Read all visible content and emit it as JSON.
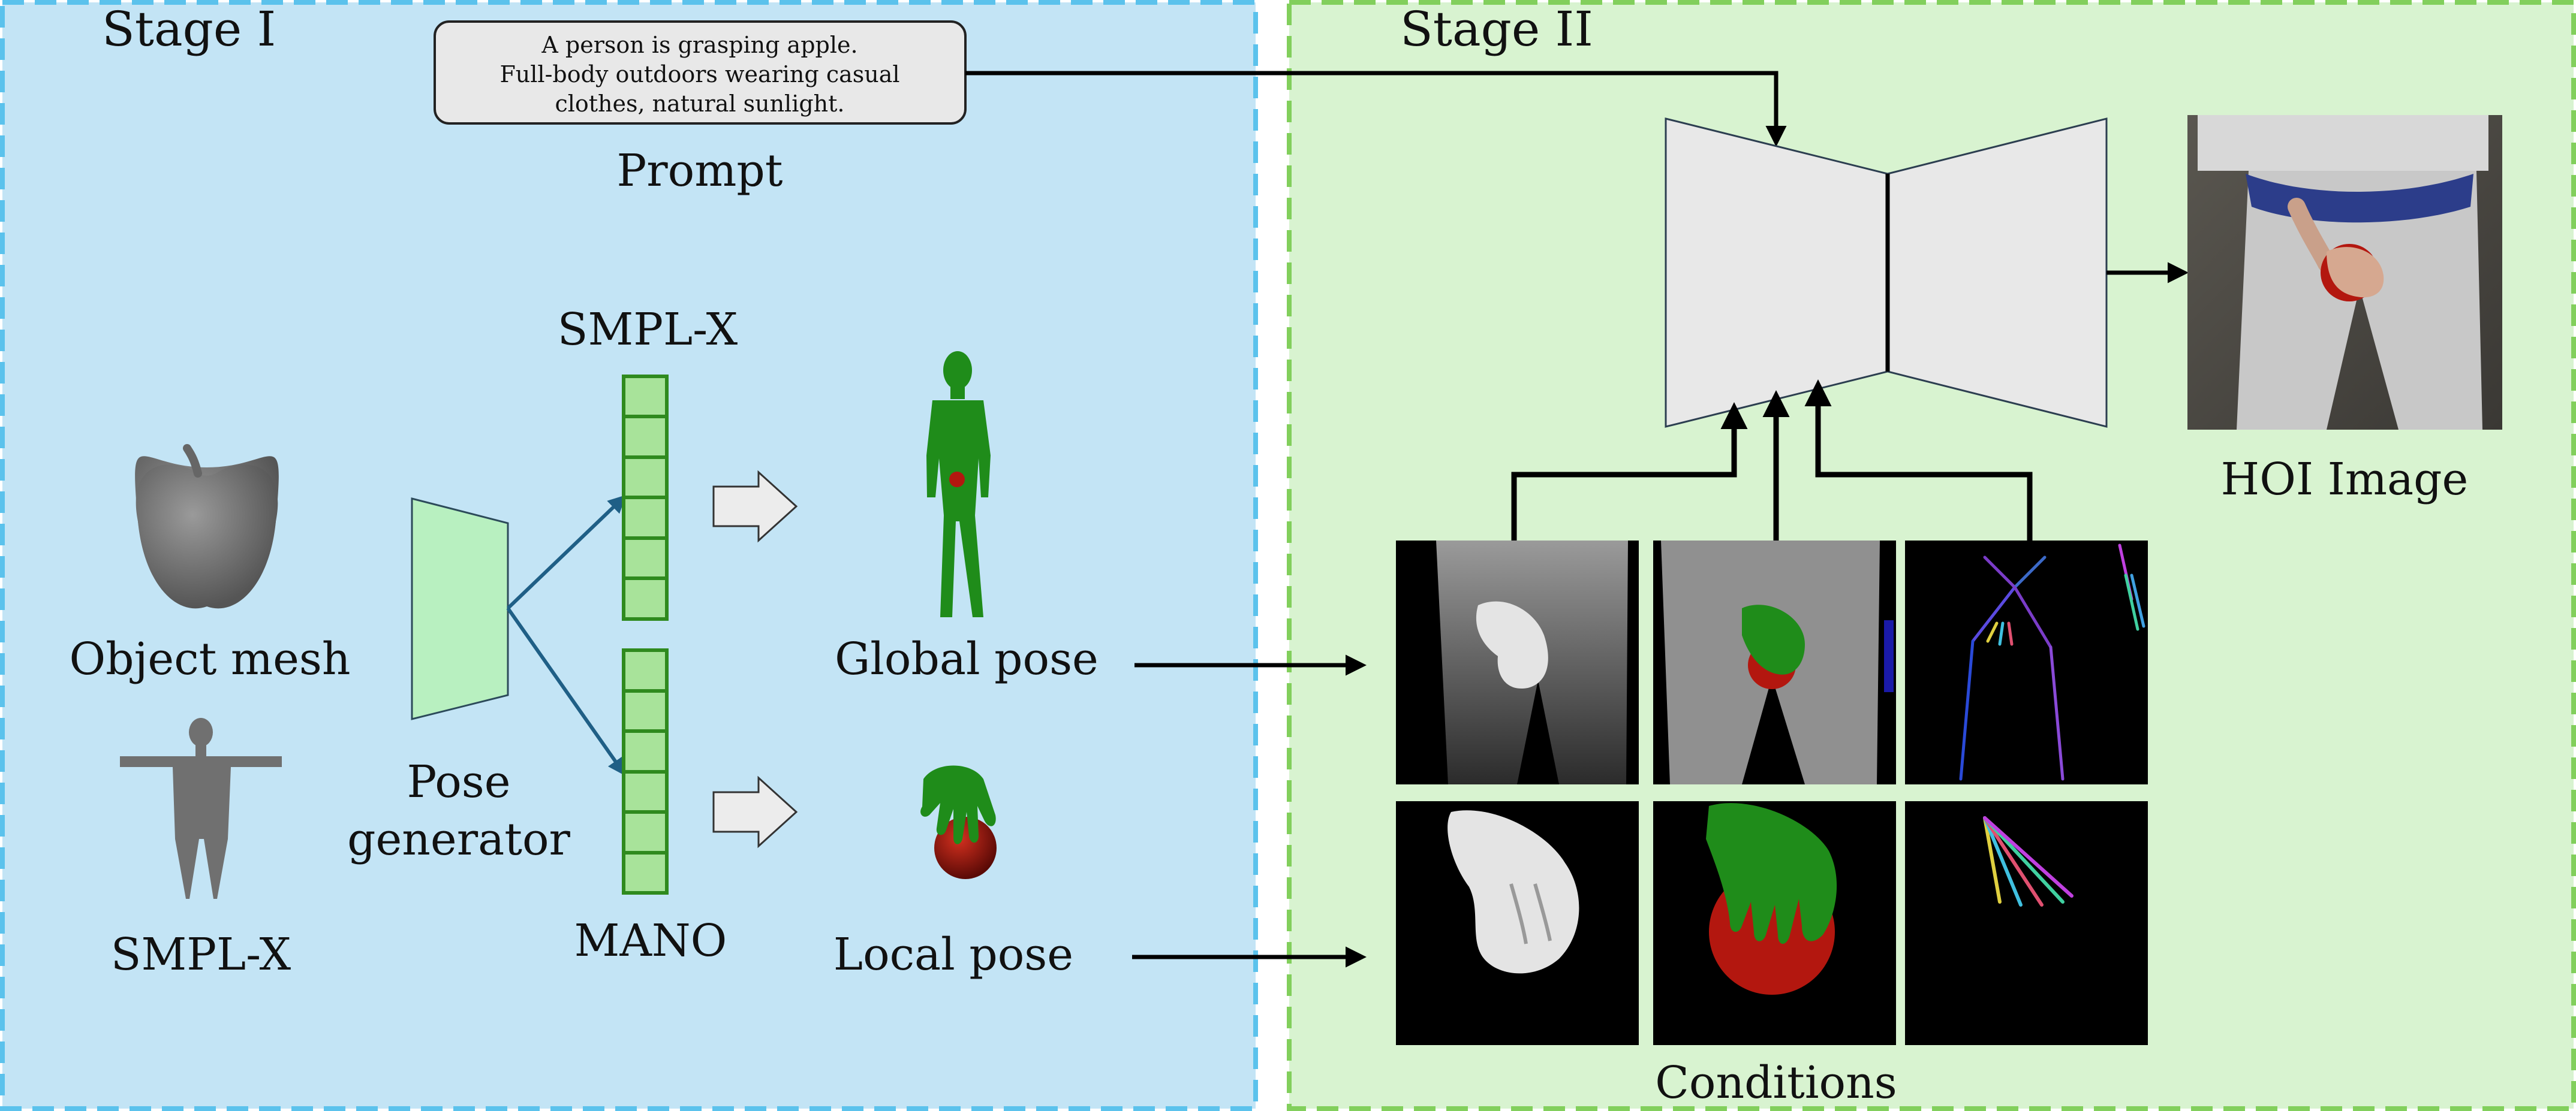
{
  "stage1": {
    "title": "Stage I"
  },
  "stage2": {
    "title": "Stage II"
  },
  "prompt": {
    "lines": [
      "A person is grasping apple.",
      "Full-body outdoors wearing casual",
      "clothes, natural sunlight."
    ],
    "label": "Prompt"
  },
  "inputs": {
    "object_label": "Object mesh",
    "body_label": "SMPL-X"
  },
  "generator": {
    "label_line1": "Pose",
    "label_line2": "generator"
  },
  "params": {
    "smplx_label": "SMPL-X",
    "mano_label": "MANO"
  },
  "outputs": {
    "global_label": "Global pose",
    "local_label": "Local pose"
  },
  "conditions": {
    "label": "Conditions"
  },
  "result": {
    "label": "HOI Image"
  },
  "colors": {
    "stage1_bg": "#c3e4f5",
    "stage1_border": "#5bc2ec",
    "stage2_bg": "#d8f3d0",
    "stage2_border": "#82cf5c",
    "param_fill": "#a8e39a",
    "param_stroke": "#2f8a1e",
    "net_fill": "#e8e8e8",
    "body_green": "#1f8c1a",
    "apple_red": "#b3170f"
  }
}
